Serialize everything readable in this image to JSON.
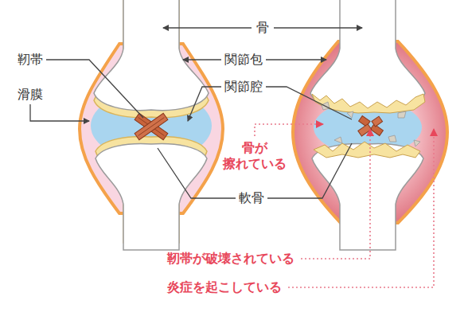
{
  "diagram": {
    "labels": [
      "骨",
      "靭帯",
      "滑膜",
      "関節包",
      "関節腔",
      "軟骨",
      "骨が 擦れている",
      "靭帯が破壊されている",
      "炎症を起こしている"
    ]
  }
}
